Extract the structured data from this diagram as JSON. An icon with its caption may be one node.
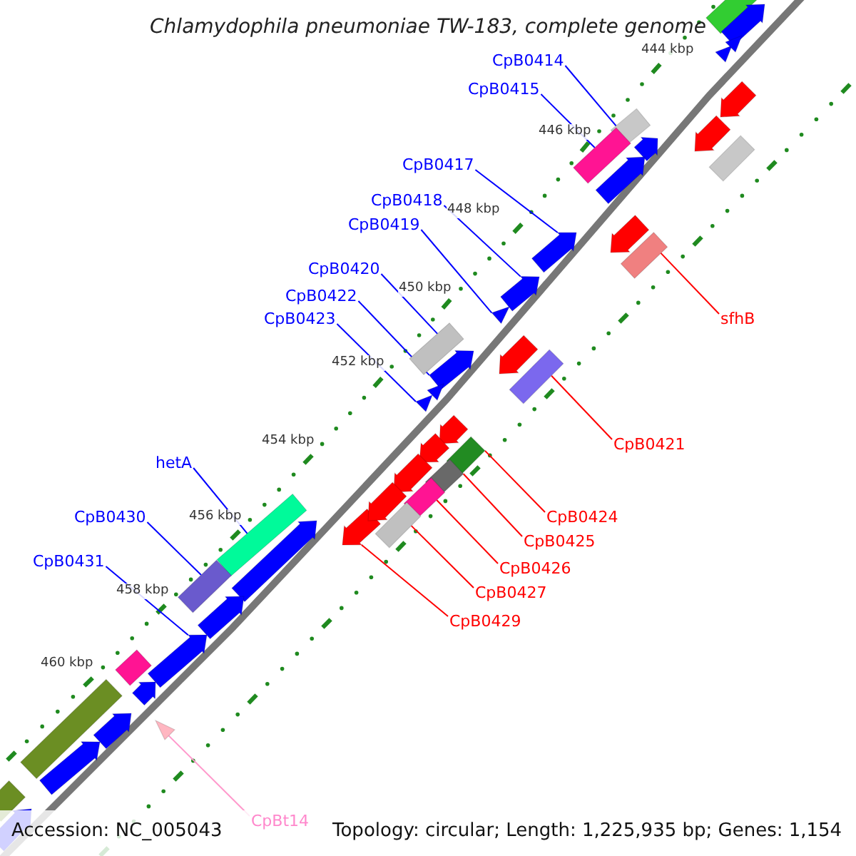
{
  "diagram": {
    "title": "Chlamydophila pneumoniae TW-183, complete genome",
    "nodes": [
      {
        "text": [
          "CpB0414"
        ]
      },
      {
        "text": [
          "CpB0415"
        ]
      },
      {
        "text": [
          "CpB0417"
        ]
      },
      {
        "text": [
          "CpB0418"
        ]
      },
      {
        "text": [
          "CpB0419"
        ]
      },
      {
        "text": [
          "CpB0420"
        ]
      },
      {
        "text": [
          "CpB0422"
        ]
      },
      {
        "text": [
          "CpB0423"
        ]
      },
      {
        "text": [
          "hetA"
        ]
      },
      {
        "text": [
          "CpB0430"
        ]
      },
      {
        "text": [
          "CpB0431"
        ]
      },
      {
        "text": [
          "sfhB"
        ]
      },
      {
        "text": [
          "CpB0421"
        ]
      },
      {
        "text": [
          "CpB0424"
        ]
      },
      {
        "text": [
          "CpB0425"
        ]
      },
      {
        "text": [
          "CpB0426"
        ]
      },
      {
        "text": [
          "CpB0427"
        ]
      },
      {
        "text": [
          "CpB0429"
        ]
      },
      {
        "text": [
          "CpBt14"
        ]
      },
      {
        "text": [],
        "shape": "bar"
      },
      {
        "text": [],
        "shape": "bar"
      },
      {
        "text": [],
        "shape": "arrow"
      },
      {
        "text": [],
        "shape": "arrow"
      },
      {
        "text": [],
        "shape": "triangle"
      },
      {
        "text": [],
        "shape": "bar"
      },
      {
        "text": [],
        "shape": "arrow"
      },
      {
        "text": [],
        "shape": "triangle"
      },
      {
        "text": [],
        "shape": "bar"
      },
      {
        "text": [],
        "shape": "bar"
      },
      {
        "text": [],
        "shape": "arrow"
      },
      {
        "text": [],
        "shape": "bar"
      },
      {
        "text": [],
        "shape": "bar"
      },
      {
        "text": [],
        "shape": "bar"
      },
      {
        "text": [],
        "shape": "bar"
      },
      {
        "text": [],
        "shape": "bar"
      },
      {
        "text": [],
        "shape": "bar"
      },
      {
        "text": [],
        "shape": "arrow"
      },
      {
        "text": [],
        "shape": "triangle"
      },
      {
        "text": [],
        "shape": "bar"
      },
      {
        "text": [],
        "shape": "arrow"
      },
      {
        "text": [],
        "shape": "triangle"
      },
      {
        "text": [],
        "shape": "triangle"
      },
      {
        "text": [],
        "shape": "arrow"
      },
      {
        "text": [],
        "shape": "arrow"
      },
      {
        "text": [],
        "shape": "triangle"
      },
      {
        "text": [],
        "shape": "arrow"
      },
      {
        "text": [],
        "shape": "arrow"
      },
      {
        "text": [],
        "shape": "bar"
      },
      {
        "text": [],
        "shape": "arrow"
      },
      {
        "text": [],
        "shape": "arrow"
      },
      {
        "text": [],
        "shape": "arrow"
      },
      {
        "text": [],
        "shape": "bar"
      },
      {
        "text": [],
        "shape": "bar"
      },
      {
        "text": [],
        "shape": "arrow"
      },
      {
        "text": [],
        "shape": "arrow"
      },
      {
        "text": [],
        "shape": "arrow"
      },
      {
        "text": [],
        "shape": "bar"
      },
      {
        "text": [],
        "shape": "arrow"
      },
      {
        "text": [],
        "shape": "arrow"
      },
      {
        "text": [],
        "shape": "arrow"
      },
      {
        "text": [],
        "shape": "arrow"
      },
      {
        "text": [],
        "shape": "arrow"
      },
      {
        "text": [],
        "shape": "arrow"
      }
    ],
    "edges": [
      {
        "from": 0,
        "to": 19,
        "arrow": "none"
      },
      {
        "from": 1,
        "to": 20,
        "arrow": "none"
      },
      {
        "from": 2,
        "to": 21,
        "arrow": "none"
      },
      {
        "from": 3,
        "to": 22,
        "arrow": "none"
      },
      {
        "from": 4,
        "to": 23,
        "arrow": "none"
      },
      {
        "from": 5,
        "to": 24,
        "arrow": "none"
      },
      {
        "from": 6,
        "to": 25,
        "arrow": "none"
      },
      {
        "from": 7,
        "to": 26,
        "arrow": "none"
      },
      {
        "from": 8,
        "to": 27,
        "arrow": "none"
      },
      {
        "from": 9,
        "to": 28,
        "arrow": "none"
      },
      {
        "from": 10,
        "to": 29,
        "arrow": "none"
      },
      {
        "from": 11,
        "to": 30,
        "arrow": "none",
        "color": "#ff0000"
      },
      {
        "from": 12,
        "to": 31,
        "arrow": "none",
        "color": "#ff0000"
      },
      {
        "from": 13,
        "to": 32,
        "arrow": "none",
        "color": "#ff0000"
      },
      {
        "from": 14,
        "to": 33,
        "arrow": "none",
        "color": "#ff0000"
      },
      {
        "from": 15,
        "to": 34,
        "arrow": "none",
        "color": "#ff0000"
      },
      {
        "from": 16,
        "to": 35,
        "arrow": "none",
        "color": "#ff0000"
      },
      {
        "from": 17,
        "to": 36,
        "arrow": "none",
        "color": "#ff0000"
      },
      {
        "from": 18,
        "to": 37,
        "arrow": "none",
        "color": "#ff99cc"
      }
    ],
    "labels": [
      "444 kbp",
      "446 kbp",
      "448 kbp",
      "450 kbp",
      "452 kbp",
      "454 kbp",
      "456 kbp",
      "458 kbp",
      "460 kbp",
      "Accession: NC_005043",
      "Topology: circular; Length: 1,225,935 bp; Genes: 1,154"
    ]
  }
}
